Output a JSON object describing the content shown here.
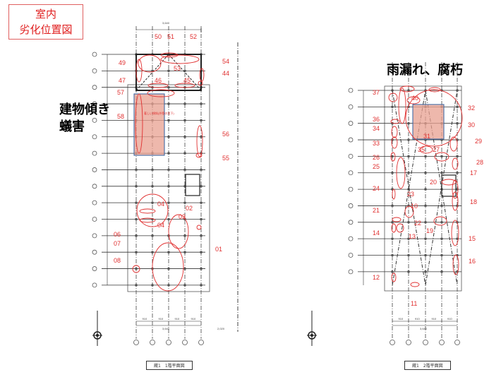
{
  "title": {
    "line1": "室内",
    "line2": "劣化位置図"
  },
  "annotations": {
    "floor1_line1": "建物傾き",
    "floor1_line2": "蟻害",
    "floor2": "雨漏れ、腐朽"
  },
  "floor1": {
    "caption": "蔵1　1階平面図",
    "dimensions": {
      "total_width": "3,640",
      "bay": "910",
      "side": "2,020"
    },
    "note": "著しい傾斜(外壁の沈下)",
    "markers": [
      "50",
      "51",
      "52",
      "49",
      "47",
      "46",
      "45",
      "53",
      "54",
      "44",
      "57",
      "58",
      "56",
      "55",
      "04",
      "04",
      "02",
      "03",
      "06",
      "01",
      "07",
      "08"
    ]
  },
  "floor2": {
    "caption": "蔵1　2階平面図",
    "dimensions": {
      "total_width": "3,640",
      "bay": "910"
    },
    "markers": [
      "37",
      "36",
      "34",
      "33",
      "26",
      "25",
      "24",
      "21",
      "14",
      "12",
      "40",
      "32",
      "30",
      "31",
      "35",
      "27",
      "29",
      "28",
      "17",
      "20",
      "23",
      "10",
      "18",
      "22",
      "19",
      "13",
      "15",
      "16",
      "11"
    ]
  },
  "colors": {
    "marker": "#e03030",
    "highlight": "#e8a090",
    "highlight_border": "#3060a0",
    "title_border": "#e06060"
  }
}
